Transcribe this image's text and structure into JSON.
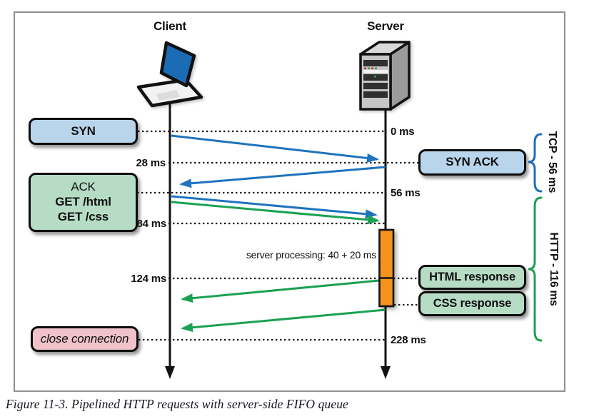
{
  "figure": {
    "caption": "Figure 11-3. Pipelined HTTP requests with server-side FIFO queue"
  },
  "diagram": {
    "actors": {
      "client": "Client",
      "server": "Server"
    },
    "message_boxes": {
      "syn": "SYN",
      "syn_ack": "SYN ACK",
      "ack": "ACK",
      "get_html": "GET /html",
      "get_css": "GET /css",
      "html_response": "HTML response",
      "css_response": "CSS response",
      "close_connection": "close connection"
    },
    "time_labels": {
      "t0": "0 ms",
      "t28": "28 ms",
      "t56": "56 ms",
      "t84": "84 ms",
      "t124": "124 ms",
      "t228": "228 ms"
    },
    "annotations": {
      "server_processing": "server processing: 40 + 20 ms",
      "tcp_phase": "TCP - 56 ms",
      "http_phase": "HTTP - 116 ms"
    },
    "events_ms": [
      0,
      28,
      56,
      84,
      124,
      228
    ],
    "colors": {
      "tcp_box_fill": "#b9d5ec",
      "http_box_fill": "#b7dcc6",
      "close_box_fill": "#efc3c9",
      "fifo_queue_fill": "#f6921e",
      "tcp_arrow": "#1e73be",
      "http_arrow": "#1ba152"
    }
  }
}
